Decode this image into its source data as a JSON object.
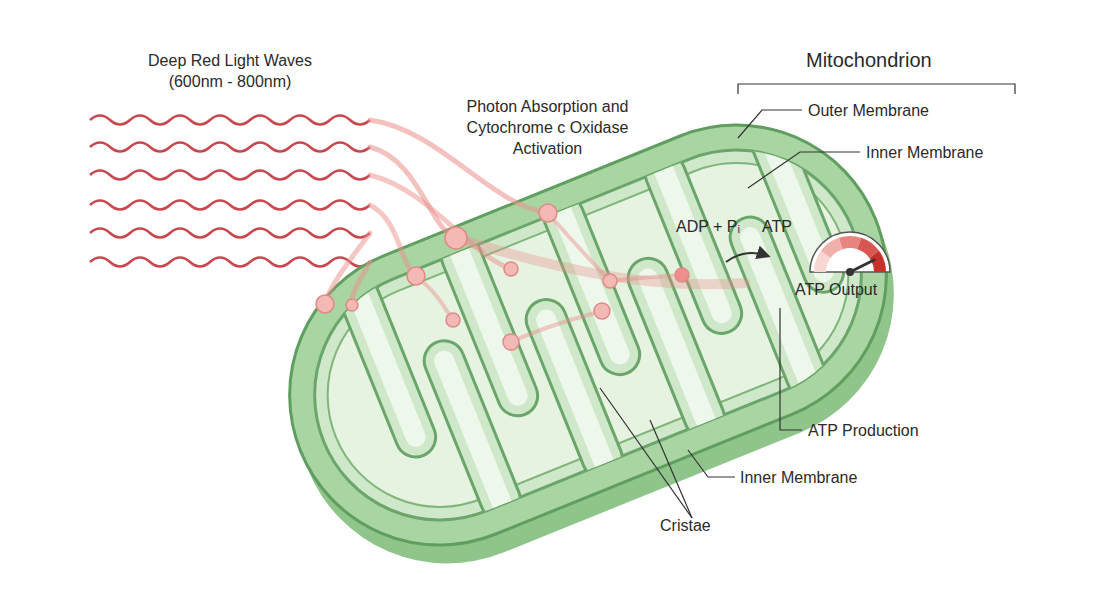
{
  "diagram": {
    "title": "Mitochondrion",
    "labels": [
      "Deep Red Light Waves (600nm - 800nm)",
      "Photon Absorption and Cytochrome c Oxidase Activation",
      "Outer Membrane",
      "Inner Membrane",
      "ADP + Pᵢ",
      "ATP",
      "ATP Output",
      "ATP Production",
      "Inner Membrane",
      "Cristae"
    ]
  }
}
